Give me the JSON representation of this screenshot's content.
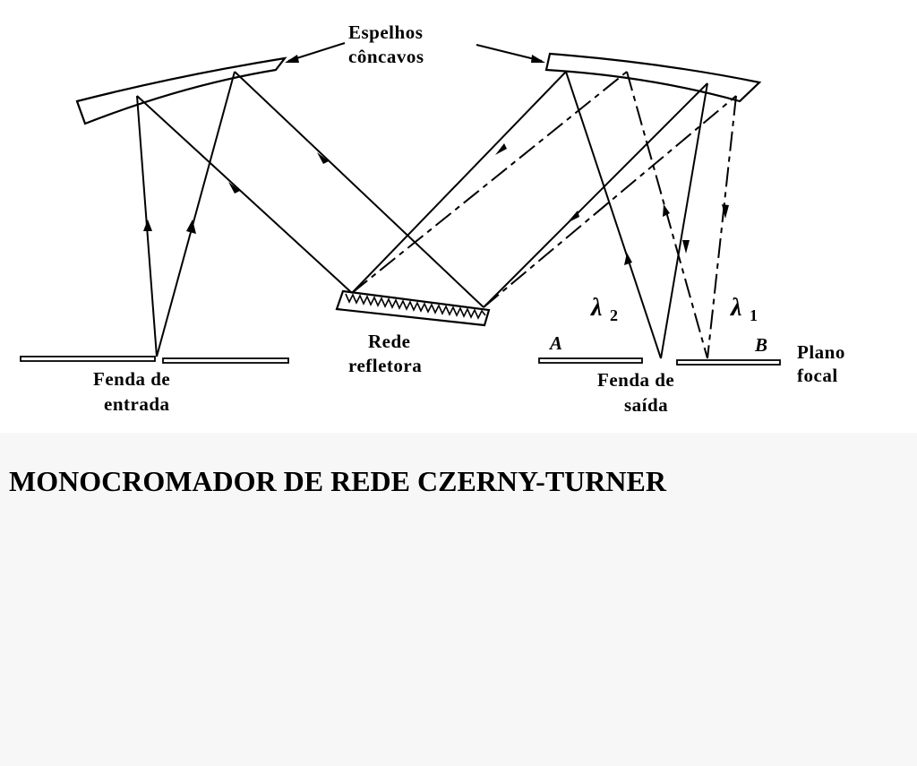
{
  "diagram": {
    "labels": {
      "mirrors_line1": "Espelhos",
      "mirrors_line2": "côncavos",
      "grating_line1": "Rede",
      "grating_line2": "refletora",
      "entrance_line1": "Fenda de",
      "entrance_line2": "entrada",
      "exit_line1": "Fenda de",
      "exit_line2": "saída",
      "focal_line1": "Plano",
      "focal_line2": "focal",
      "point_a": "A",
      "point_b": "B",
      "lambda2_symbol": "λ",
      "lambda2_sub": "2",
      "lambda1_symbol": "λ",
      "lambda1_sub": "1"
    }
  },
  "caption": {
    "title": "MONOCROMADOR DE REDE CZERNY-TURNER"
  }
}
